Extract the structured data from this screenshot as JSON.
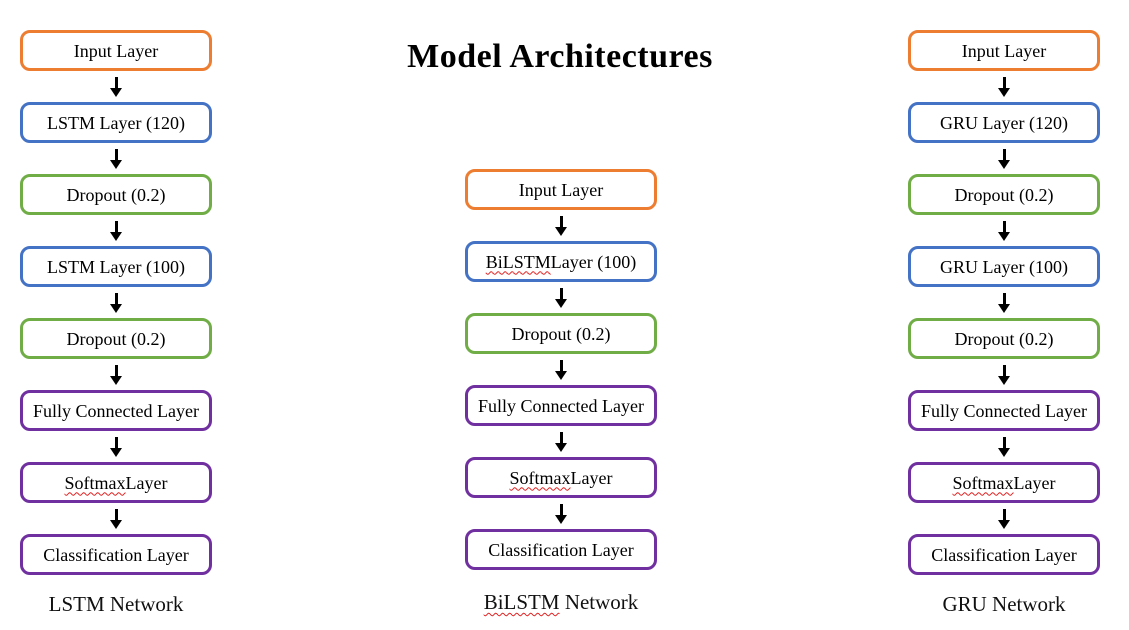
{
  "title": "Model Architectures",
  "colors": {
    "orange": "#ED7D31",
    "blue": "#4472C4",
    "green": "#70AD47",
    "purple": "#7030A0",
    "arrow": "#000000",
    "squiggle": "#E02020"
  },
  "diagrams": [
    {
      "name": "lstm-network",
      "caption": "LSTM Network",
      "layers": [
        {
          "label": "Input Layer",
          "color": "orange"
        },
        {
          "label": "LSTM Layer (120)",
          "color": "blue"
        },
        {
          "label": "Dropout (0.2)",
          "color": "green"
        },
        {
          "label": "LSTM Layer (100)",
          "color": "blue"
        },
        {
          "label": "Dropout (0.2)",
          "color": "green"
        },
        {
          "label": "Fully Connected Layer",
          "color": "purple"
        },
        {
          "label": "Softmax Layer",
          "color": "purple",
          "misspelled": "Softmax"
        },
        {
          "label": "Classification Layer",
          "color": "purple"
        }
      ]
    },
    {
      "name": "bilstm-network",
      "caption": "BiLSTM Network",
      "caption_misspelled": "BiLSTM",
      "layers": [
        {
          "label": "Input Layer",
          "color": "orange"
        },
        {
          "label": "BiLSTM Layer (100)",
          "color": "blue",
          "misspelled": "BiLSTM"
        },
        {
          "label": "Dropout (0.2)",
          "color": "green"
        },
        {
          "label": "Fully Connected Layer",
          "color": "purple"
        },
        {
          "label": "Softmax Layer",
          "color": "purple",
          "misspelled": "Softmax"
        },
        {
          "label": "Classification Layer",
          "color": "purple"
        }
      ]
    },
    {
      "name": "gru-network",
      "caption": "GRU Network",
      "layers": [
        {
          "label": "Input Layer",
          "color": "orange"
        },
        {
          "label": "GRU Layer (120)",
          "color": "blue"
        },
        {
          "label": "Dropout (0.2)",
          "color": "green"
        },
        {
          "label": "GRU Layer (100)",
          "color": "blue"
        },
        {
          "label": "Dropout (0.2)",
          "color": "green"
        },
        {
          "label": "Fully Connected Layer",
          "color": "purple"
        },
        {
          "label": "Softmax Layer",
          "color": "purple",
          "misspelled": "Softmax"
        },
        {
          "label": "Classification Layer",
          "color": "purple"
        }
      ]
    }
  ]
}
